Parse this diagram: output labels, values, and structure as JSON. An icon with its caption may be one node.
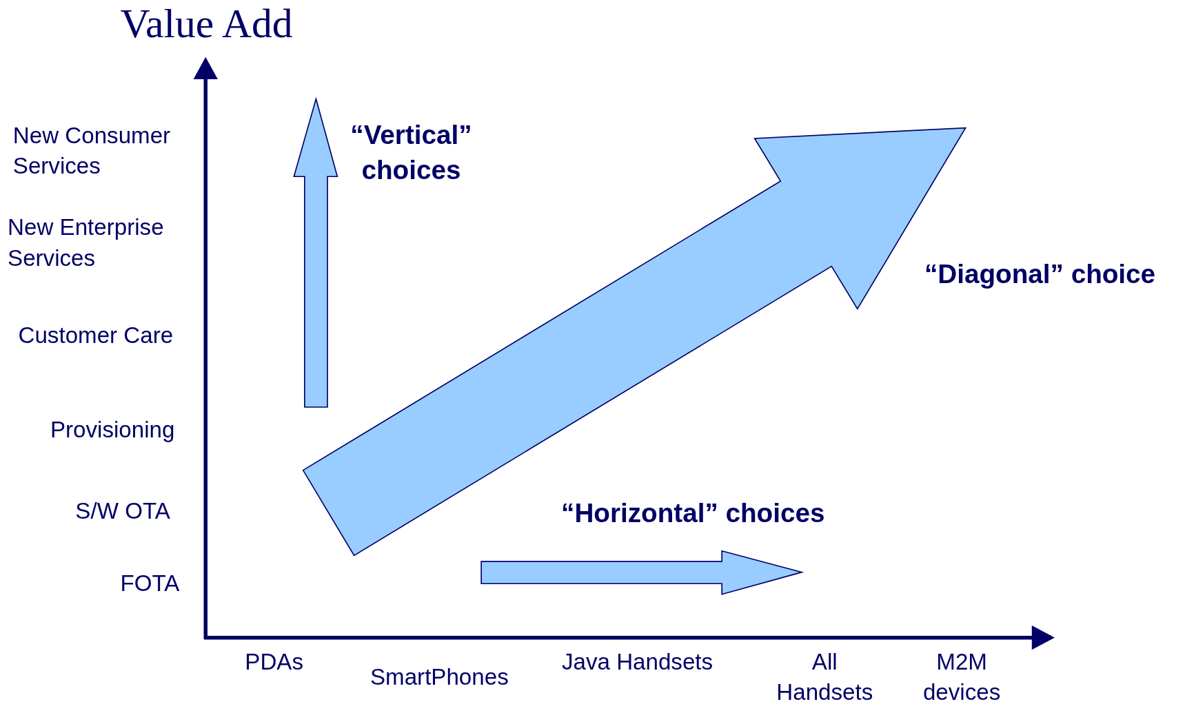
{
  "diagram": {
    "labels": [
      "Value Add",
      "“Vertical” choices",
      "New Consumer Services",
      "New Enterprise Services",
      "“Diagonal” choice",
      "Customer Care",
      "Provisioning",
      "S/W OTA",
      "“Horizontal” choices",
      "FOTA",
      "PDAs",
      "SmartPhones",
      "Java Handsets",
      "All Handsets",
      "M2M devices"
    ]
  }
}
